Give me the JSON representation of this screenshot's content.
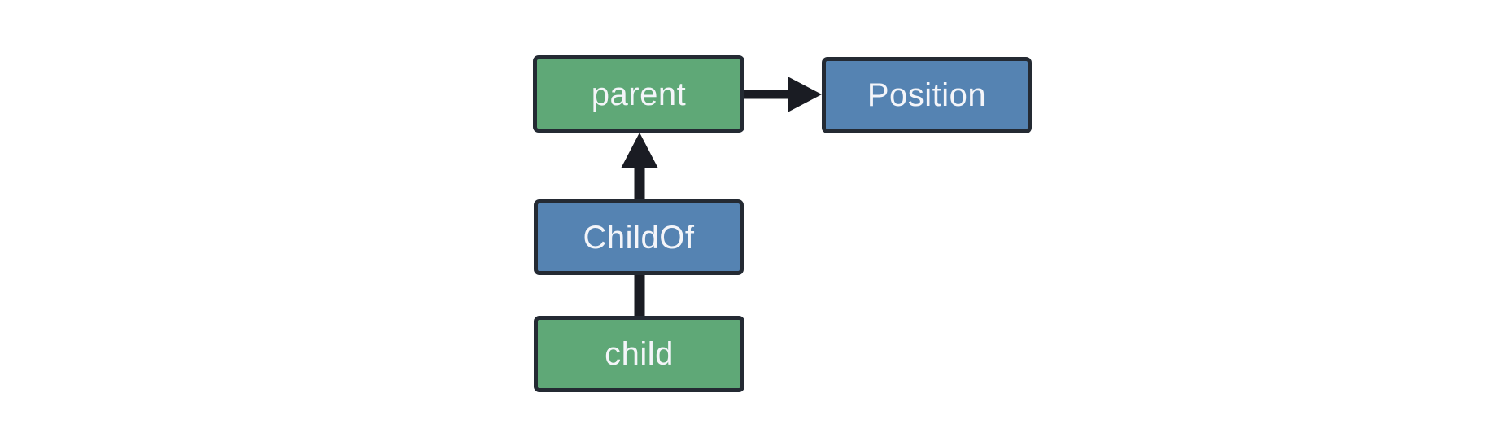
{
  "diagram": {
    "nodes": [
      {
        "id": "parent",
        "label": "parent",
        "color": "green"
      },
      {
        "id": "Position",
        "label": "Position",
        "color": "blue"
      },
      {
        "id": "ChildOf",
        "label": "ChildOf",
        "color": "blue"
      },
      {
        "id": "child",
        "label": "child",
        "color": "green"
      }
    ],
    "edges": [
      {
        "from": "parent",
        "to": "Position",
        "connector": "arrow",
        "direction": "right"
      },
      {
        "from": "ChildOf",
        "to": "parent",
        "connector": "arrow",
        "direction": "up"
      },
      {
        "from": "child",
        "to": "ChildOf",
        "connector": "line",
        "direction": "up"
      }
    ],
    "colors": {
      "green": "#5fa877",
      "blue": "#5583b2",
      "node_border": "#242a33",
      "arrow": "#1a1c23",
      "label_text": "#f4f5f9",
      "background": "#ffffff"
    }
  }
}
